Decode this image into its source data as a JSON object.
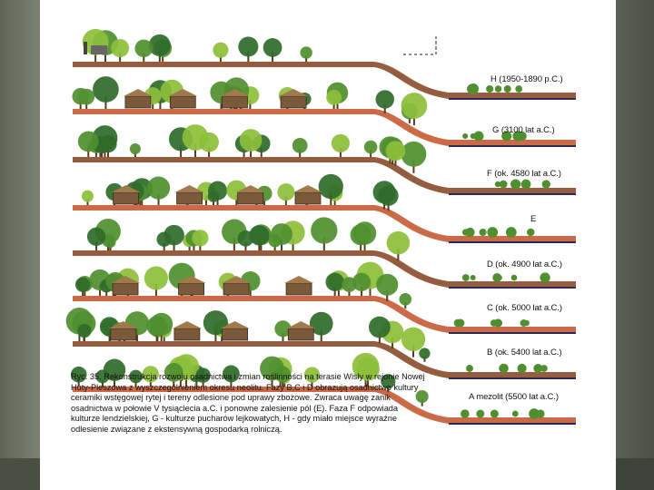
{
  "phases": [
    {
      "key": "H",
      "label": "H (1950-1890 p.C.)"
    },
    {
      "key": "G",
      "label": "G (3100 lat a.C.)"
    },
    {
      "key": "F",
      "label": "F (ok. 4580 lat a.C.)"
    },
    {
      "key": "E",
      "label": "E"
    },
    {
      "key": "D",
      "label": "D (ok. 4900 lat a.C.)"
    },
    {
      "key": "C",
      "label": "C (ok. 5000 lat a.C.)"
    },
    {
      "key": "B",
      "label": "B (ok. 5400 lat a.C.)"
    },
    {
      "key": "A",
      "label": "A mezolit (5500 lat a.C.)"
    }
  ],
  "caption": {
    "label": "Ryc. 35.",
    "text": "Rekonstrukcja rozwoju osadnictwa i zmian roślinności na terasie Wisły w rejonie Nowej Huty-Pleszowa z wyszczególnieniem okresu neolitu. Fazy B,C i D obrazują osadnictwo kultury ceramiki wstęgowej rytej i tereny odlesione pod uprawy zbożowe. Zwraca uwagę zanik osadnictwa w połowie V tysiąclecia a.C. i ponowne zalesienie pól (E). Faza F odpowiada kulturze lendzielskiej, G - kulturze pucharów lejkowatych, H - gdy miało miejsce wyraźne odlesienie związane z ekstensywną gospodarką rolniczą."
  },
  "colors": {
    "tree_dark": "#2f6b2a",
    "tree_mid": "#4f8f2f",
    "tree_light": "#8cbf3a",
    "soil_brown": "#8a4a2a",
    "soil_red": "#c45a32",
    "hut_brown": "#7a5a3a"
  }
}
